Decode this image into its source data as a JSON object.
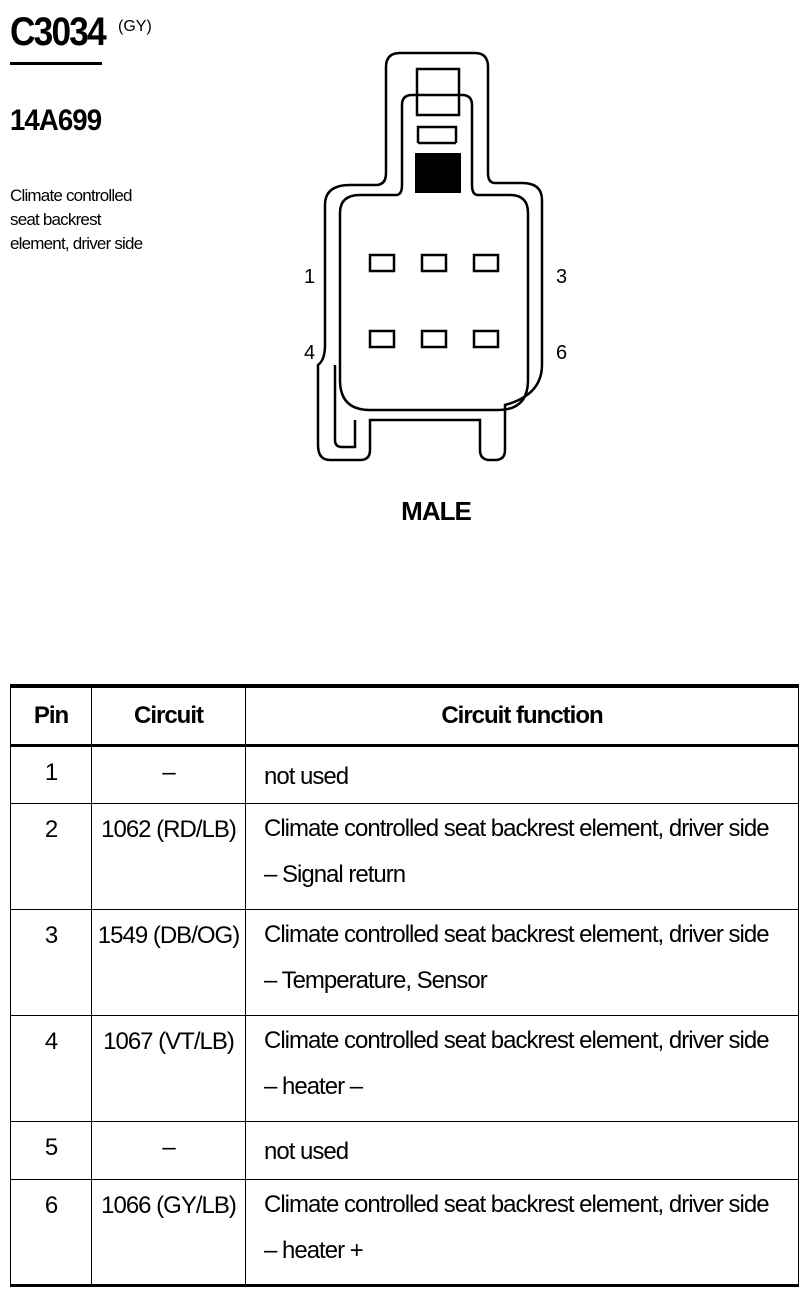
{
  "header": {
    "connector_id": "C3034",
    "color_code": "(GY)",
    "part_number": "14A699",
    "description": "Climate controlled seat backrest element, driver side"
  },
  "connector": {
    "pin_labels": [
      "1",
      "3",
      "4",
      "6"
    ],
    "gender": "MALE"
  },
  "table": {
    "columns": [
      "Pin",
      "Circuit",
      "Circuit function"
    ],
    "rows": [
      {
        "pin": "1",
        "circuit": "–",
        "function": "not used"
      },
      {
        "pin": "2",
        "circuit": "1062 (RD/LB)",
        "function": "Climate controlled seat backrest element, driver side – Signal return"
      },
      {
        "pin": "3",
        "circuit": "1549 (DB/OG)",
        "function": "Climate controlled seat backrest element, driver side – Temperature, Sensor"
      },
      {
        "pin": "4",
        "circuit": "1067 (VT/LB)",
        "function": "Climate controlled seat backrest element, driver side – heater –"
      },
      {
        "pin": "5",
        "circuit": "–",
        "function": "not used"
      },
      {
        "pin": "6",
        "circuit": "1066 (GY/LB)",
        "function": "Climate controlled seat backrest element, driver side – heater +"
      }
    ]
  }
}
